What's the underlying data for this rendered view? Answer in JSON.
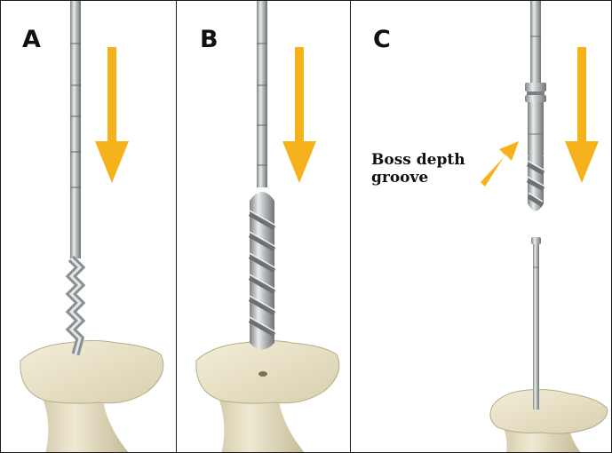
{
  "panels": [
    {
      "letter": "A"
    },
    {
      "letter": "B"
    },
    {
      "letter": "C"
    }
  ],
  "annotation": {
    "line1": "Boss depth",
    "line2": "groove"
  },
  "colors": {
    "arrow": "#F5B21A",
    "bone": "#EAE3C8",
    "steel": "#BFC3C5",
    "border": "#1A1A1A"
  },
  "icons": [
    "down-arrow-icon",
    "pointer-arrow-icon"
  ]
}
